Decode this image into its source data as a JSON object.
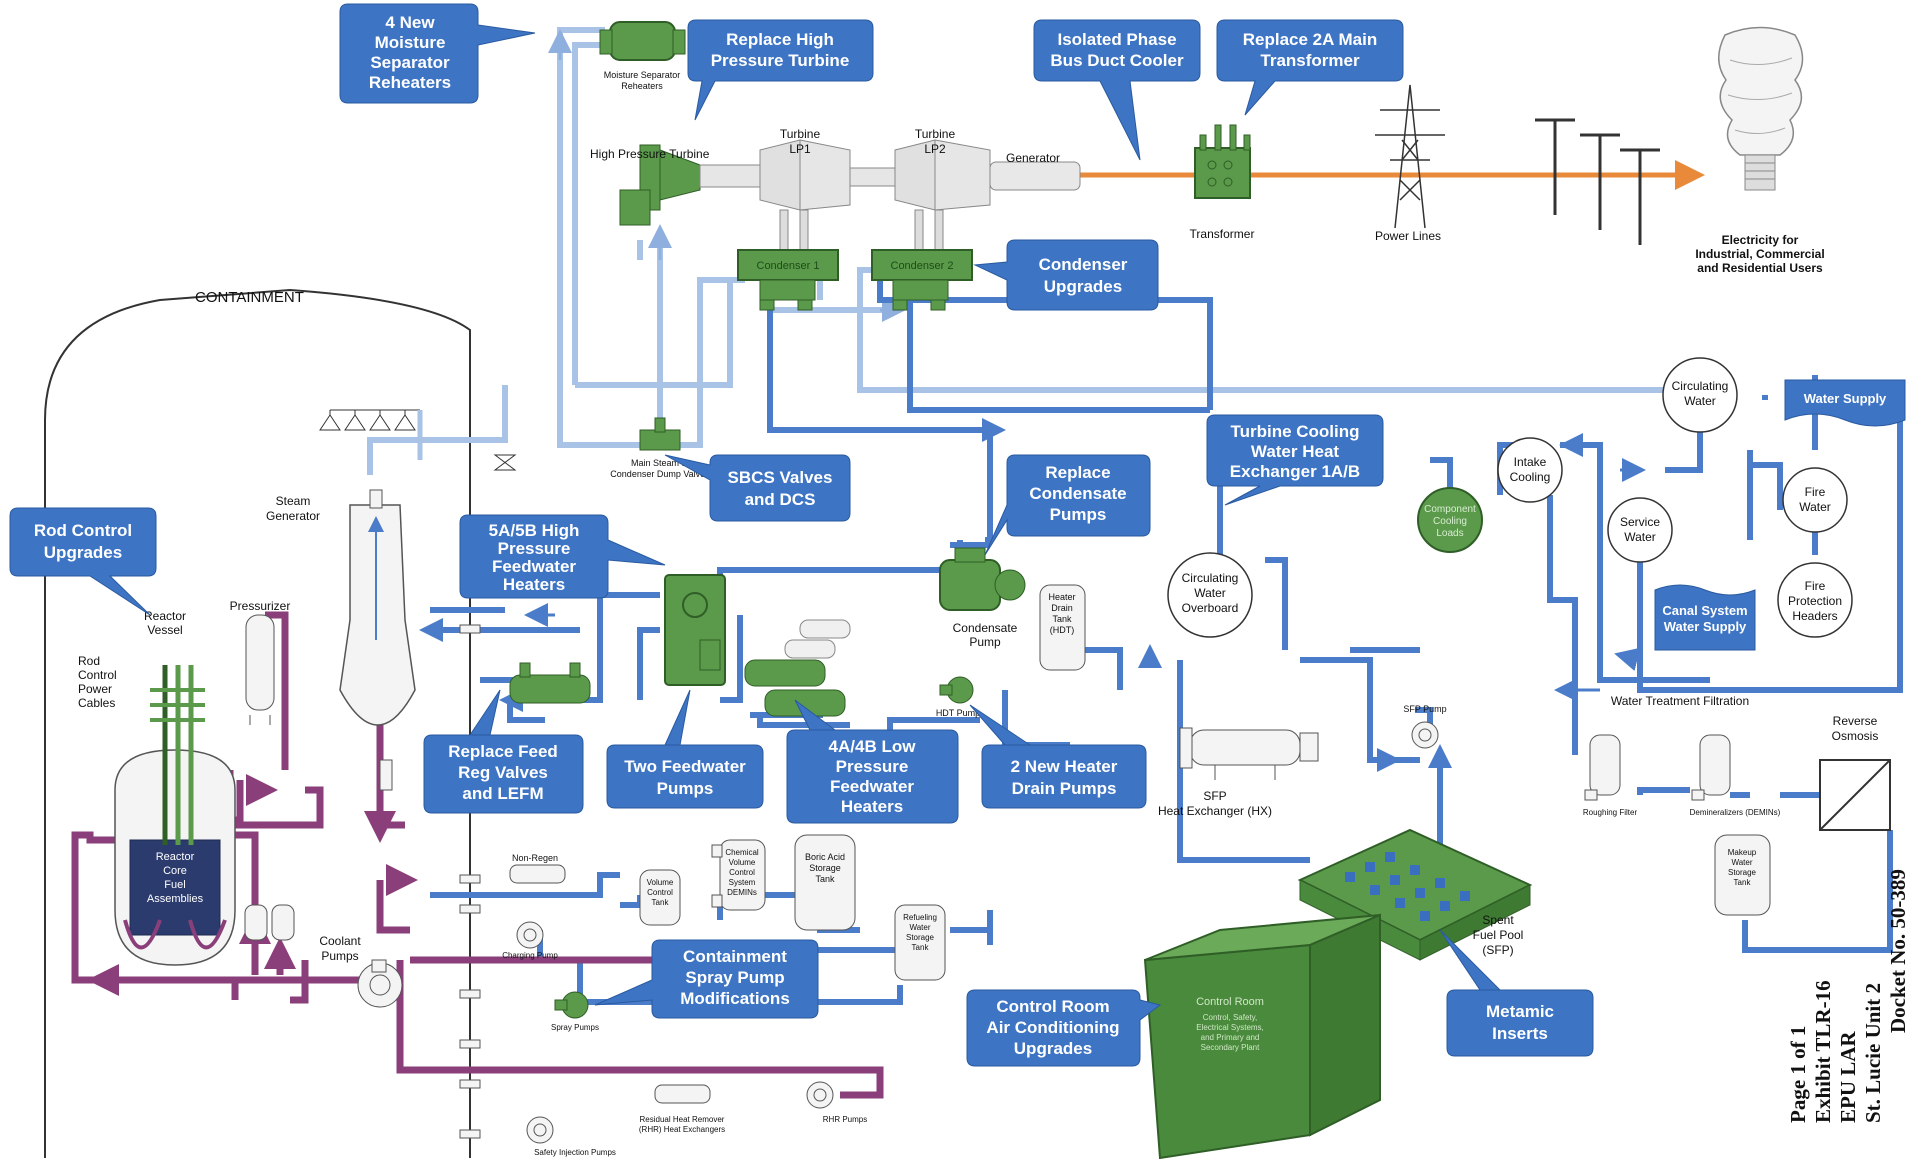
{
  "colors": {
    "callout": "#3d74c4",
    "equipment_green": "#5a9a4a",
    "pipe_blue": "#4a7cc9",
    "pipe_light": "#a9c3e6",
    "pipe_purple": "#8a3f7a",
    "power_orange": "#e98a3a"
  },
  "callouts": [
    {
      "id": "moisture-separator",
      "lines": [
        "4 New",
        "Moisture",
        "Separator",
        "Reheaters"
      ]
    },
    {
      "id": "hp-turbine",
      "lines": [
        "Replace High",
        "Pressure Turbine"
      ]
    },
    {
      "id": "bus-duct-cooler",
      "lines": [
        "Isolated Phase",
        "Bus Duct Cooler"
      ]
    },
    {
      "id": "main-transformer",
      "lines": [
        "Replace 2A Main",
        "Transformer"
      ]
    },
    {
      "id": "condenser",
      "lines": [
        "Condenser",
        "Upgrades"
      ]
    },
    {
      "id": "rod-control",
      "lines": [
        "Rod Control",
        "Upgrades"
      ]
    },
    {
      "id": "sbcs-valves",
      "lines": [
        "SBCS Valves",
        "and DCS"
      ]
    },
    {
      "id": "condensate-pumps",
      "lines": [
        "Replace",
        "Condensate",
        "Pumps"
      ]
    },
    {
      "id": "tcw-hx",
      "lines": [
        "Turbine Cooling",
        "Water Heat",
        "Exchanger 1A/B"
      ]
    },
    {
      "id": "hp-fw-heaters",
      "lines": [
        "5A/5B High",
        "Pressure",
        "Feedwater",
        "Heaters"
      ]
    },
    {
      "id": "feed-reg-valves",
      "lines": [
        "Replace Feed",
        "Reg Valves",
        "and LEFM"
      ]
    },
    {
      "id": "feedwater-pumps",
      "lines": [
        "Two Feedwater",
        "Pumps"
      ]
    },
    {
      "id": "lp-fw-heaters",
      "lines": [
        "4A/4B Low",
        "Pressure",
        "Feedwater",
        "Heaters"
      ]
    },
    {
      "id": "heater-drain-pumps",
      "lines": [
        "2 New Heater",
        "Drain Pumps"
      ]
    },
    {
      "id": "containment-spray",
      "lines": [
        "Containment",
        "Spray Pump",
        "Modifications"
      ]
    },
    {
      "id": "control-room-ac",
      "lines": [
        "Control Room",
        "Air Conditioning",
        "Upgrades"
      ]
    },
    {
      "id": "metamic",
      "lines": [
        "Metamic",
        "Inserts"
      ]
    },
    {
      "id": "canal-supply",
      "lines": [
        "Canal System",
        "Water Supply"
      ]
    },
    {
      "id": "water-supply",
      "lines": [
        "Water Supply"
      ]
    }
  ],
  "circles": [
    {
      "id": "circulating-water",
      "lines": [
        "Circulating",
        "Water"
      ]
    },
    {
      "id": "intake-cooling",
      "lines": [
        "Intake",
        "Cooling"
      ]
    },
    {
      "id": "fire-water",
      "lines": [
        "Fire",
        "Water"
      ]
    },
    {
      "id": "service-water",
      "lines": [
        "Service",
        "Water"
      ]
    },
    {
      "id": "circ-overboard",
      "lines": [
        "Circulating",
        "Water",
        "Overboard"
      ]
    },
    {
      "id": "fire-protection",
      "lines": [
        "Fire",
        "Protection",
        "Headers"
      ]
    }
  ],
  "labels": {
    "containment": "CONTAINMENT",
    "moisture_sep_small": [
      "Moisture Separator",
      "Reheaters"
    ],
    "hp_turbine": "High Pressure Turbine",
    "turbine_lp1": [
      "Turbine",
      "LP1"
    ],
    "turbine_lp2": [
      "Turbine",
      "LP2"
    ],
    "generator": "Generator",
    "transformer": "Transformer",
    "power_lines": "Power Lines",
    "electricity": [
      "Electricity for",
      "Industrial, Commercial",
      "and Residential Users"
    ],
    "condenser1": "Condenser 1",
    "condenser2": "Condenser 2",
    "main_steam_dump": [
      "Main Steam to",
      "Condenser Dump Valves"
    ],
    "steam_generator": [
      "Steam",
      "Generator"
    ],
    "reactor_vessel": [
      "Reactor",
      "Vessel"
    ],
    "rod_control_cables": [
      "Rod",
      "Control",
      "Power",
      "Cables"
    ],
    "pressurizer": "Pressurizer",
    "reactor_core": [
      "Reactor",
      "Core",
      "Fuel",
      "Assemblies"
    ],
    "coolant_pumps": [
      "Coolant",
      "Pumps"
    ],
    "condensate_pump": [
      "Condensate",
      "Pump"
    ],
    "heater_drain_tank": [
      "Heater",
      "Drain",
      "Tank",
      "(HDT)"
    ],
    "hdt_pump": "HDT Pump",
    "component_cooling": [
      "Component",
      "Cooling",
      "Loads"
    ],
    "sfp_pump": "SFP Pump",
    "sfp_hx": [
      "SFP",
      "Heat Exchanger (HX)"
    ],
    "spent_fuel_pool": [
      "Spent",
      "Fuel Pool",
      "(SFP)"
    ],
    "water_treatment": "Water Treatment Filtration",
    "reverse_osmosis": [
      "Reverse",
      "Osmosis"
    ],
    "roughing_filter": "Roughing Filter",
    "demineralizers": "Demineralizers (DEMINs)",
    "makeup_tank": [
      "Makeup",
      "Water",
      "Storage",
      "Tank"
    ],
    "non_regen": "Non-Regen",
    "cvcs_demins": [
      "Chemical",
      "Volume",
      "Control",
      "System",
      "DEMINs"
    ],
    "volume_control_tank": [
      "Volume",
      "Control",
      "Tank"
    ],
    "boric_acid_tank": [
      "Boric Acid",
      "Storage",
      "Tank"
    ],
    "charging_pump": "Charging Pump",
    "refueling_tank": [
      "Refueling",
      "Water",
      "Storage",
      "Tank"
    ],
    "spray_pumps": "Spray Pumps",
    "rhr_hx": [
      "Residual Heat Remover",
      "(RHR) Heat Exchangers"
    ],
    "rhr_pumps": "RHR Pumps",
    "safety_injection": "Safety Injection Pumps",
    "control_room": "Control Room",
    "control_room_sub": [
      "Control, Safety,",
      "Electrical Systems,",
      "and Primary and",
      "Secondary Plant"
    ]
  },
  "side_text": [
    "Docket No. 50-389",
    "St. Lucie Unit 2",
    "EPU LAR",
    "Exhibit TLR-16",
    "Page 1 of 1"
  ]
}
